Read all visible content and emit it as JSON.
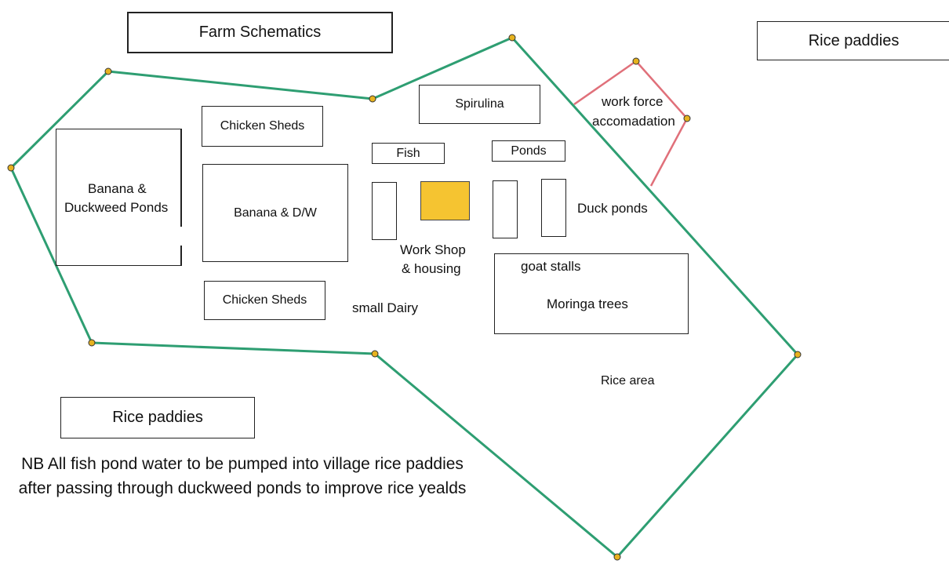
{
  "title": "Farm Schematics",
  "rice_paddies_top": "Rice paddies",
  "rice_paddies_bottom": "Rice paddies",
  "areas": {
    "spirulina": "Spirulina",
    "work_force": "work force",
    "accommodation": "accomadation",
    "chicken_sheds_top": "Chicken Sheds",
    "fish": "Fish",
    "ponds": "Ponds",
    "banana_duckweed_line1": "Banana &",
    "banana_duckweed_line2": "Duckweed Ponds",
    "banana_dw": "Banana & D/W",
    "duck_ponds": "Duck ponds",
    "workshop_line1": "Work Shop",
    "workshop_line2": "& housing",
    "goat_stalls": "goat stalls",
    "moringa_trees": "Moringa trees",
    "chicken_sheds_bottom": "Chicken Sheds",
    "small_dairy": "small Dairy",
    "rice_area": "Rice area"
  },
  "note": "NB All fish pond water to be pumped into village rice paddies after passing through duckweed ponds to improve rice yealds",
  "colors": {
    "boundary": "#2e9e72",
    "accommodation_boundary": "#e0707a",
    "vertex_marker": "#e6b21f",
    "workshop_fill": "#f5c431"
  }
}
